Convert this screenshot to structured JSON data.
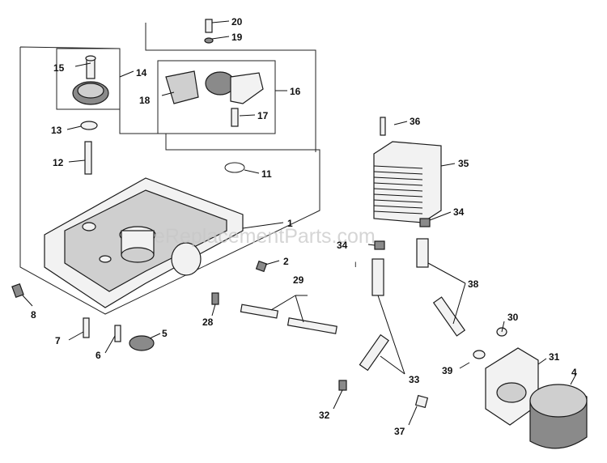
{
  "watermark": "eReplacementParts.com",
  "callouts": {
    "p1": "1",
    "p2": "2",
    "p4": "4",
    "p5": "5",
    "p6": "6",
    "p7": "7",
    "p8": "8",
    "p11": "11",
    "p12": "12",
    "p13": "13",
    "p14": "14",
    "p15": "15",
    "p16": "16",
    "p17": "17",
    "p18": "18",
    "p19": "19",
    "p20": "20",
    "p28": "28",
    "p29": "29",
    "p30": "30",
    "p31": "31",
    "p32": "32",
    "p33": "33",
    "p34a": "34",
    "p34b": "34",
    "p35": "35",
    "p36": "36",
    "p37": "37",
    "p38": "38",
    "p39": "39"
  },
  "misc_mark": "I"
}
